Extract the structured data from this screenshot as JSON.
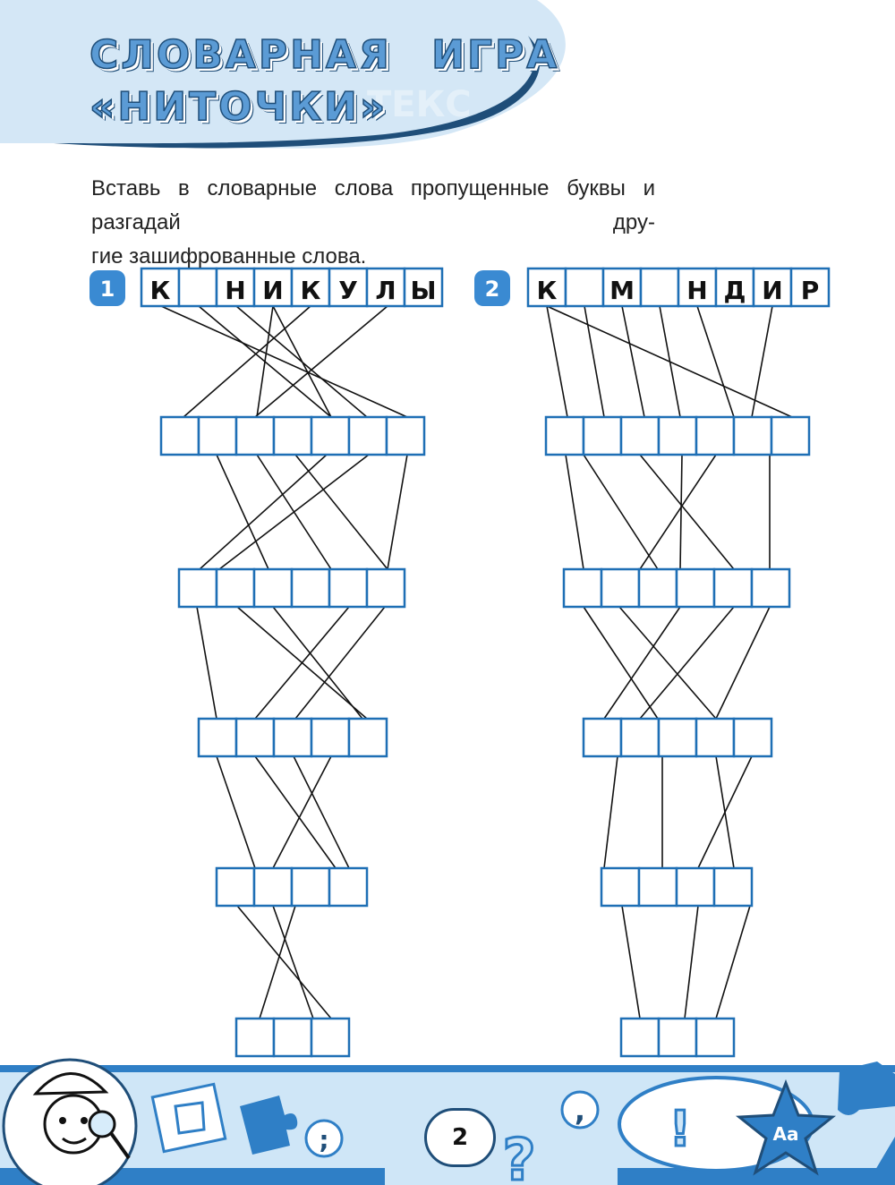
{
  "title": {
    "line1": "СЛОВАРНАЯ ИГРА",
    "line2": "«НИТОЧКИ»"
  },
  "instruction": {
    "line1": "Вставь в словарные слова пропущенные буквы и разгадай дру-",
    "line2": "гие зашифрованные слова."
  },
  "exercises": [
    {
      "number": "1",
      "word": [
        "К",
        "",
        "Н",
        "И",
        "К",
        "У",
        "Л",
        "Ы"
      ],
      "rows": [
        7,
        6,
        5,
        4,
        3
      ]
    },
    {
      "number": "2",
      "word": [
        "К",
        "",
        "М",
        "",
        "Н",
        "Д",
        "И",
        "Р"
      ],
      "rows": [
        7,
        6,
        5,
        4,
        3
      ]
    }
  ],
  "page_number": "2",
  "footer_icons": [
    "semicolon-icon",
    "question-mark-icon",
    "comma-icon",
    "exclamation-icon",
    "star-icon",
    "puzzle-piece-icon"
  ],
  "footer_letters": "Aa",
  "colors": {
    "title_fill": "#5b9bd5",
    "title_outline": "#1f4e79",
    "box_border": "#1e6fb5",
    "badge": "#3a8ad2",
    "footer": "#cfe6f7"
  }
}
